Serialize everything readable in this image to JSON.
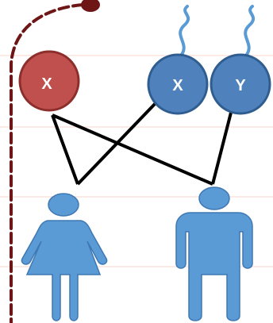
{
  "diagram": {
    "nodes": [
      {
        "id": "x-chromosome-red",
        "label": "X",
        "color": "#c0504d",
        "stroke": "#8c2f2c"
      },
      {
        "id": "x-chromosome-blue",
        "label": "X",
        "color": "#4f81bd",
        "stroke": "#2f5d8f",
        "tail": true
      },
      {
        "id": "y-chromosome-blue",
        "label": "Y",
        "color": "#4f81bd",
        "stroke": "#2f5d8f",
        "tail": true
      }
    ],
    "figures": [
      {
        "id": "female",
        "icon": "female-person-icon",
        "color": "#5b9bd5"
      },
      {
        "id": "male",
        "icon": "male-person-icon",
        "color": "#5b9bd5"
      }
    ],
    "connections": [
      {
        "from": "x-chromosome-red",
        "to": "female"
      },
      {
        "from": "x-chromosome-red",
        "to": "male"
      },
      {
        "from": "x-chromosome-blue",
        "to": "female"
      },
      {
        "from": "y-chromosome-blue",
        "to": "male"
      }
    ],
    "colors": {
      "ruled_line": "#fbe3dc",
      "margin_dashes": "#6e1616",
      "connector": "#000000",
      "tail": "#5b9bd5"
    }
  }
}
